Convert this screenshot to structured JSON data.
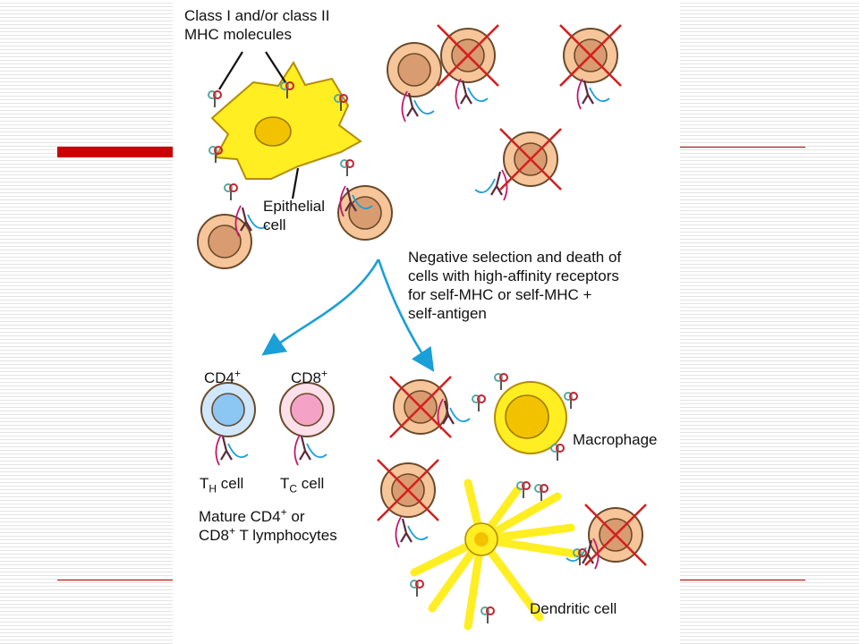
{
  "labels": {
    "mhc": "Class I and/or class II\nMHC molecules",
    "epithelial": "Epithelial\ncell",
    "negative_selection": "Negative selection and death of\ncells with high-affinity receptors\nfor self-MHC or self-MHC +\nself-antigen",
    "cd4": "CD4",
    "cd8": "CD8",
    "plus": "+",
    "th_t": "T",
    "th_sub": "H",
    "th_cell": " cell",
    "tc_t": "T",
    "tc_sub": "C",
    "tc_cell": " cell",
    "mature_line1_a": "Mature CD4",
    "mature_line1_b": " or",
    "mature_line2_a": "CD8",
    "mature_line2_b": " T lymphocytes",
    "macrophage": "Macrophage",
    "dendritic": "Dendritic cell"
  },
  "colors": {
    "accent": "#cc0000",
    "cell_fill": "#f6c59a",
    "cell_nucleus": "#d99c70",
    "epithelial_fill": "#ffee22",
    "epithelial_nucleus": "#f2c200",
    "cd4_fill": "#cfe8ff",
    "cd4_nucleus": "#8cc6f2",
    "cd8_fill": "#fde0ea",
    "cd8_nucleus": "#f4a3c6",
    "receptor_blue": "#1a9fd8",
    "receptor_pink": "#c2186f",
    "cross_red": "#d42020",
    "mhc_teal": "#5aa7a0",
    "mhc_red": "#c8202c"
  }
}
